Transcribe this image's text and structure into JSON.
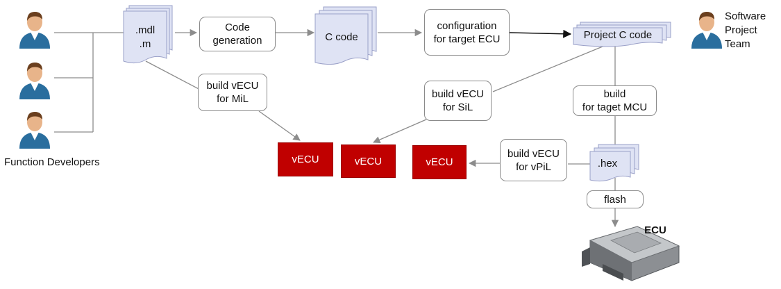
{
  "diagram": {
    "actors": {
      "developers_label": "Function Developers",
      "team_label": "Software\nProject\nTeam",
      "ecu_label": "ECU"
    },
    "documents": {
      "model_files": ".mdl\n.m",
      "c_code": "C code",
      "project_c_code": "Project C code",
      "hex_file": ".hex"
    },
    "process_boxes": {
      "code_generation": "Code\ngeneration",
      "configuration": "configuration\nfor target ECU",
      "build_mil": "build vECU\nfor MiL",
      "build_sil": "build vECU\nfor SiL",
      "build_mcu": "build\nfor taget MCU",
      "build_vpil": "build vECU\nfor vPiL",
      "flash": "flash"
    },
    "targets": {
      "vecu_1": "vECU",
      "vecu_2": "vECU",
      "vecu_3": "vECU"
    },
    "colors": {
      "vecu_fill": "#c00000",
      "document_fill": "#dfe3f4",
      "arrow": "#8c8c8c",
      "person_shirt": "#2a6e9e",
      "person_skin": "#e8b48a",
      "person_hair": "#6b3f1e"
    },
    "icons": [
      "person-icon",
      "document-stack-icon",
      "ecu-device-icon"
    ]
  }
}
